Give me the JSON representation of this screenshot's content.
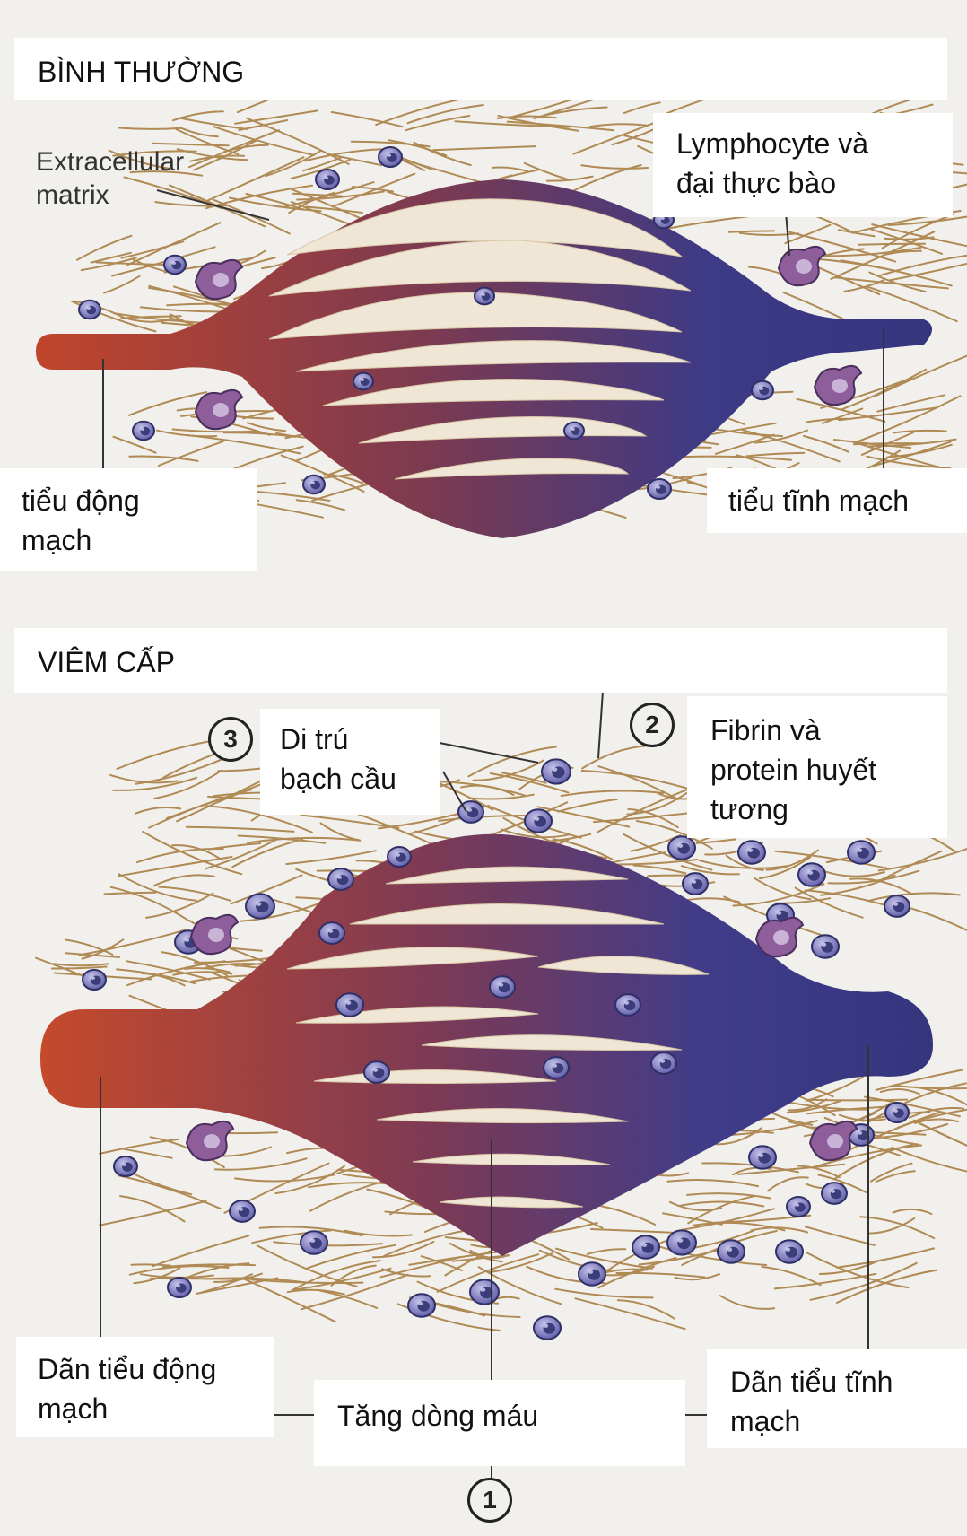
{
  "panels": {
    "normal": {
      "title": "BÌNH THƯỜNG",
      "matrix_label": [
        "Extracellular",
        "matrix"
      ],
      "lymph_label": [
        "Lymphocyte và",
        "đại thực bào"
      ],
      "arteriole_label": [
        "tiểu động",
        "mạch"
      ],
      "venule_label": "tiểu tĩnh mạch"
    },
    "acute": {
      "title": "VIÊM CẤP",
      "migration_label": [
        "Di trú",
        "bạch cầu"
      ],
      "fibrin_label": [
        "Fibrin và",
        "protein huyết",
        "tương"
      ],
      "dilated_arteriole_label": [
        "Dãn tiểu động",
        "mạch"
      ],
      "blood_flow_label": "Tăng dòng máu",
      "dilated_venule_label": [
        "Dãn tiểu tĩnh",
        "mạch"
      ]
    }
  },
  "markers": {
    "one": "1",
    "two": "2",
    "three": "3"
  },
  "colors": {
    "arterial": "#c2452a",
    "venous": "#3d3a86",
    "fiber": "#b08a55",
    "cell_fill": "#8a86c8",
    "cell_nucleus": "#3a3d7a",
    "macrophage": "#8d5e9a",
    "background": "#f1f0ec",
    "label_bg": "#ffffff"
  },
  "icons": {
    "cell": "circle-nucleus-icon",
    "macrophage": "amoeboid-cell-icon",
    "marker": "numbered-circle-icon"
  }
}
